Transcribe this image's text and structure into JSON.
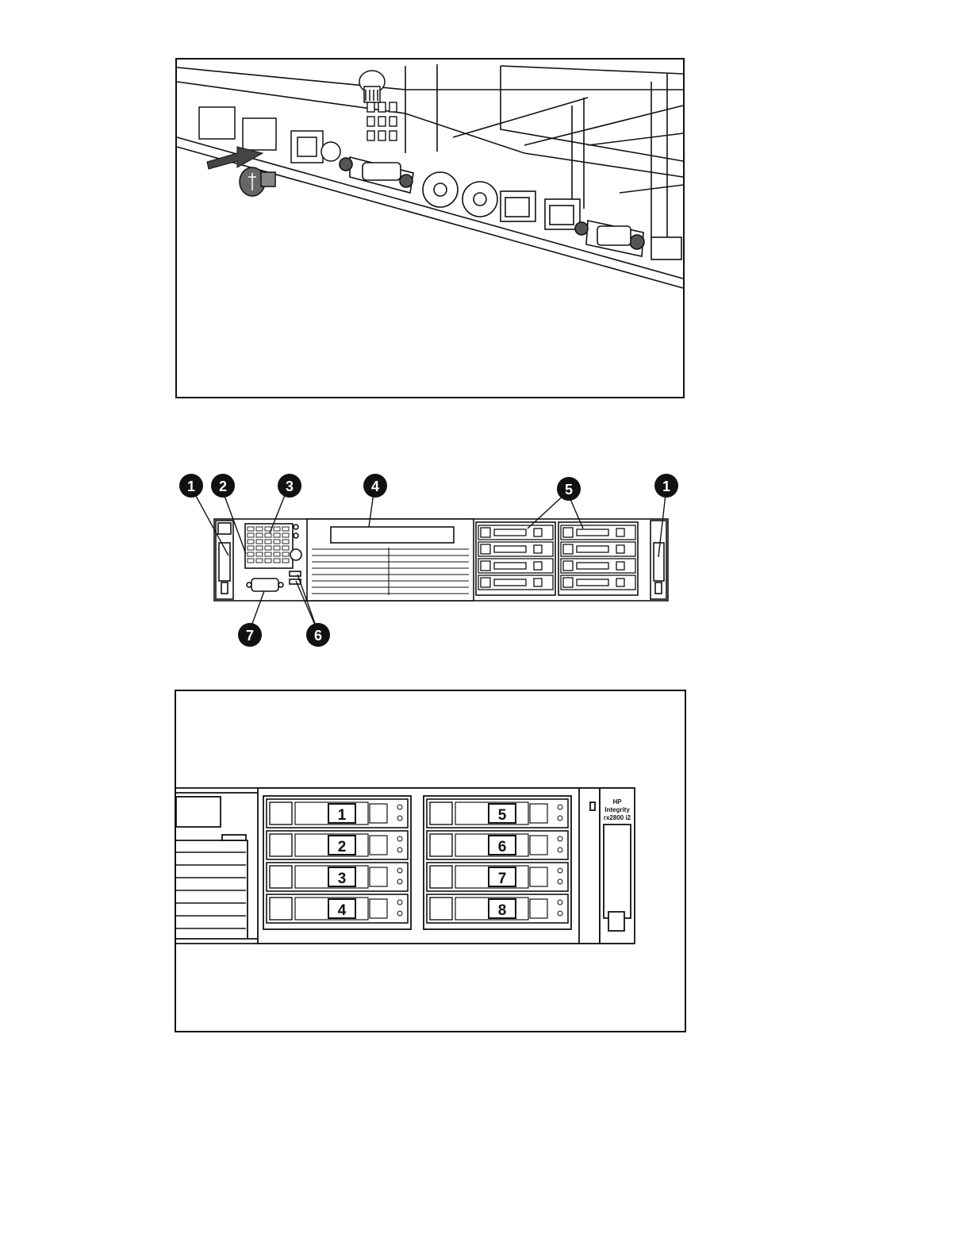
{
  "figure1": {
    "description_icon": "screw-removal-arrow-icon"
  },
  "figure2": {
    "callouts": [
      "1",
      "2",
      "3",
      "4",
      "5",
      "1",
      "6",
      "7"
    ]
  },
  "figure3": {
    "bay_numbers": [
      "1",
      "2",
      "3",
      "4",
      "5",
      "6",
      "7",
      "8"
    ],
    "badge": {
      "line1": "HP",
      "line2": "Integrity",
      "line3": "rx2800 i2"
    }
  },
  "colors": {
    "line": "#111111",
    "callout_fill": "#111111",
    "callout_text": "#ffffff"
  }
}
